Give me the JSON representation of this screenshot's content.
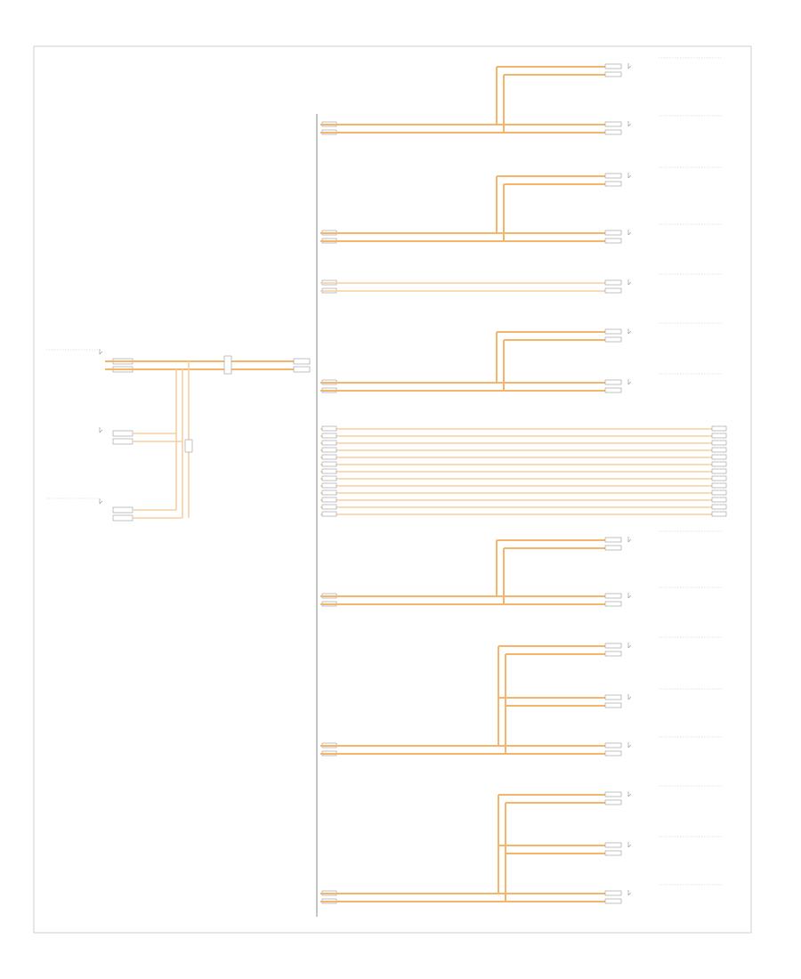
{
  "diagram": {
    "footer_code": "",
    "colors": {
      "wire": "#f5b56b",
      "wire_light": "#f8cfa0",
      "bus": "#b0b0b0",
      "frame": "#cfcfcf",
      "text": "#8a8a8a"
    },
    "left_components": [
      {
        "id": "instrument-cluster"
      },
      {
        "id": "touch-screen"
      },
      {
        "id": "steering-module"
      }
    ],
    "bus_branches": [
      {
        "id": "branch-1"
      },
      {
        "id": "branch-2"
      },
      {
        "id": "branch-3"
      },
      {
        "id": "branch-4"
      },
      {
        "id": "branch-5"
      },
      {
        "id": "branch-6"
      },
      {
        "id": "branch-7"
      },
      {
        "id": "branch-8"
      }
    ],
    "harness_lines": 13
  }
}
